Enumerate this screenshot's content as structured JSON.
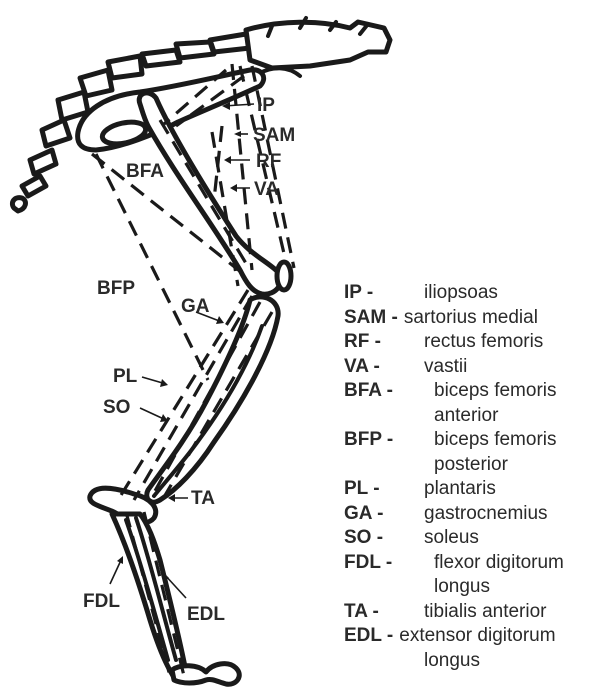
{
  "diagram_labels": {
    "ip": "IP",
    "sam": "SAM",
    "rf": "RF",
    "va": "VA",
    "bfa": "BFA",
    "bfp": "BFP",
    "ga": "GA",
    "pl": "PL",
    "so": "SO",
    "ta": "TA",
    "fdl": "FDL",
    "edl": "EDL"
  },
  "legend": [
    {
      "abbr": "IP -",
      "name": "iliopsoas",
      "cont": ""
    },
    {
      "abbr": "SAM -",
      "name": "sartorius medial",
      "cont": ""
    },
    {
      "abbr": "RF -",
      "name": "rectus femoris",
      "cont": ""
    },
    {
      "abbr": "VA -",
      "name": "vastii",
      "cont": ""
    },
    {
      "abbr": "BFA -",
      "name": "biceps femoris",
      "cont": "anterior"
    },
    {
      "abbr": "BFP -",
      "name": "biceps femoris",
      "cont": "posterior"
    },
    {
      "abbr": "PL -",
      "name": "plantaris",
      "cont": ""
    },
    {
      "abbr": "GA -",
      "name": "gastrocnemius",
      "cont": ""
    },
    {
      "abbr": "SO -",
      "name": "soleus",
      "cont": ""
    },
    {
      "abbr": "FDL -",
      "name": "flexor digitorum",
      "cont": "longus"
    },
    {
      "abbr": "TA -",
      "name": "tibialis anterior",
      "cont": ""
    },
    {
      "abbr": "EDL -",
      "name": "extensor digitorum",
      "cont": "longus"
    }
  ]
}
